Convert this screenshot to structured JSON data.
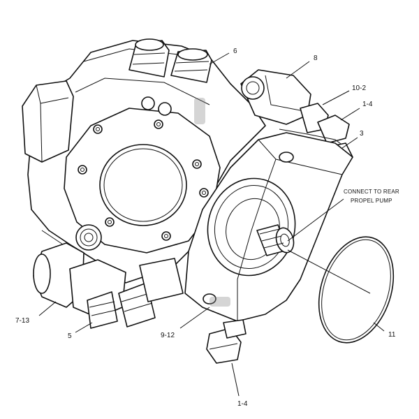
{
  "callouts": [
    {
      "id": "6",
      "text": "6"
    },
    {
      "id": "8",
      "text": "8"
    },
    {
      "id": "10-2",
      "text": "10-2"
    },
    {
      "id": "1-4-top",
      "text": "1-4"
    },
    {
      "id": "3",
      "text": "3"
    },
    {
      "id": "7-13",
      "text": "7-13"
    },
    {
      "id": "5",
      "text": "5"
    },
    {
      "id": "9-12",
      "text": "9-12"
    },
    {
      "id": "11",
      "text": "11"
    },
    {
      "id": "1-4-bottom",
      "text": "1-4"
    }
  ],
  "note": {
    "line1": "CONNECT TO REAR",
    "line2": "PROPEL PUMP"
  }
}
